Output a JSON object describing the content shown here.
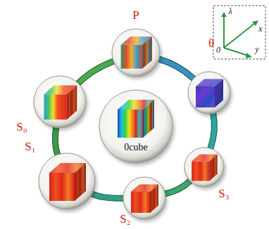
{
  "diagram": {
    "nodes": [
      {
        "text": [
          "P"
        ]
      },
      {
        "text": [
          "θ"
        ]
      },
      {
        "text": [
          "S₃"
        ]
      },
      {
        "text": [
          "S₂"
        ]
      },
      {
        "text": [
          "S₁"
        ]
      },
      {
        "text": [
          "S₀"
        ]
      },
      {
        "text": [
          "0cube"
        ]
      }
    ],
    "edges": [
      {
        "from": 0,
        "to": 1,
        "arrow": "none"
      },
      {
        "from": 1,
        "to": 2,
        "arrow": "none"
      },
      {
        "from": 2,
        "to": 3,
        "arrow": "none"
      },
      {
        "from": 3,
        "to": 4,
        "arrow": "none"
      },
      {
        "from": 4,
        "to": 5,
        "arrow": "none"
      },
      {
        "from": 5,
        "to": 0,
        "arrow": "none"
      }
    ],
    "labels": [
      "λ",
      "x",
      "y",
      "0"
    ]
  }
}
